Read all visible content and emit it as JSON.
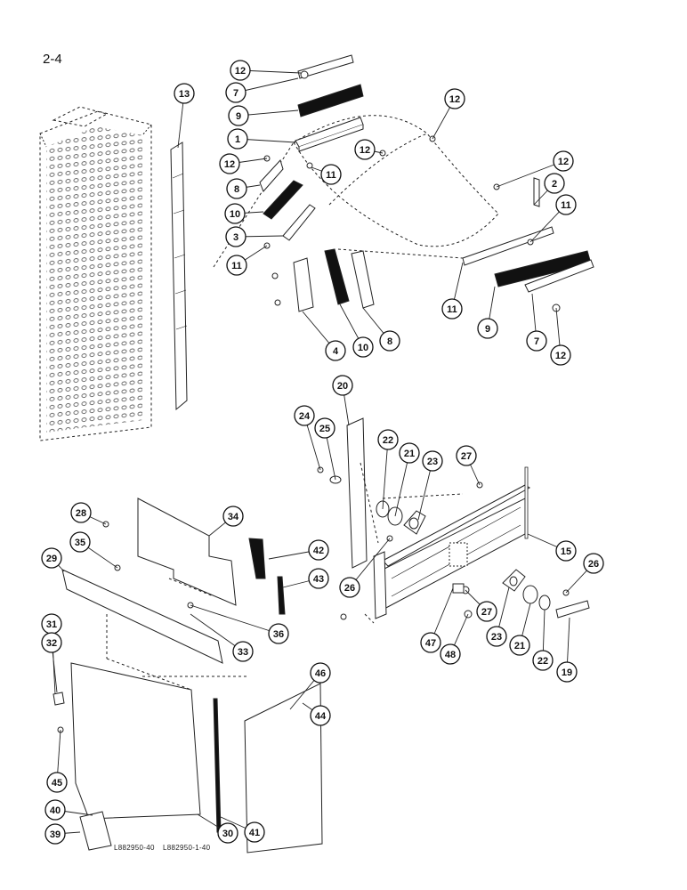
{
  "page_number": "2-4",
  "drawing_ids": [
    "L882950-40",
    "L882950-1-40"
  ],
  "colors": {
    "ink": "#111111",
    "paper": "#ffffff"
  },
  "callouts": [
    {
      "label": "12"
    },
    {
      "label": "7"
    },
    {
      "label": "9"
    },
    {
      "label": "1"
    },
    {
      "label": "12"
    },
    {
      "label": "8"
    },
    {
      "label": "10"
    },
    {
      "label": "3"
    },
    {
      "label": "11"
    },
    {
      "label": "11"
    },
    {
      "label": "4"
    },
    {
      "label": "10"
    },
    {
      "label": "8"
    },
    {
      "label": "13"
    },
    {
      "label": "12"
    },
    {
      "label": "12"
    },
    {
      "label": "12"
    },
    {
      "label": "2"
    },
    {
      "label": "11"
    },
    {
      "label": "11"
    },
    {
      "label": "9"
    },
    {
      "label": "7"
    },
    {
      "label": "12"
    },
    {
      "label": "20"
    },
    {
      "label": "24"
    },
    {
      "label": "25"
    },
    {
      "label": "22"
    },
    {
      "label": "21"
    },
    {
      "label": "23"
    },
    {
      "label": "27"
    },
    {
      "label": "15"
    },
    {
      "label": "26"
    },
    {
      "label": "26"
    },
    {
      "label": "27"
    },
    {
      "label": "47"
    },
    {
      "label": "48"
    },
    {
      "label": "23"
    },
    {
      "label": "21"
    },
    {
      "label": "22"
    },
    {
      "label": "19"
    },
    {
      "label": "28"
    },
    {
      "label": "34"
    },
    {
      "label": "35"
    },
    {
      "label": "29"
    },
    {
      "label": "42"
    },
    {
      "label": "43"
    },
    {
      "label": "36"
    },
    {
      "label": "33"
    },
    {
      "label": "31"
    },
    {
      "label": "32"
    },
    {
      "label": "46"
    },
    {
      "label": "44"
    },
    {
      "label": "45"
    },
    {
      "label": "40"
    },
    {
      "label": "39"
    },
    {
      "label": "30"
    },
    {
      "label": "41"
    }
  ]
}
